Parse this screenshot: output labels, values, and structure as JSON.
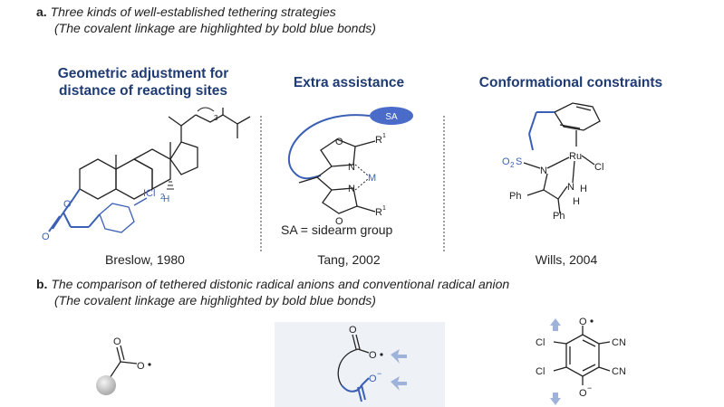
{
  "section_a": {
    "label": "a.",
    "title": "Three kinds of well-established tethering strategies",
    "subtitle": "(The covalent linkage are highlighted by bold blue bonds)"
  },
  "columns": [
    {
      "heading_line1": "Geometric adjustment for",
      "heading_line2": "distance of reacting sites",
      "caption": "Breslow, 1980"
    },
    {
      "heading_line1": "Extra assistance",
      "heading_line2": "",
      "caption": "Tang, 2002"
    },
    {
      "heading_line1": "Conformational constraints",
      "heading_line2": "",
      "caption": "Wills, 2004"
    }
  ],
  "breslow_labels": {
    "h": "H",
    "icl2": "ICl",
    "icl2_sub": "2",
    "chain_sub": "3"
  },
  "tang_labels": {
    "sa": "SA",
    "r1_top": "R",
    "r1_bottom": "R",
    "sup": "1",
    "m": "M",
    "n": "N",
    "o": "O",
    "legend": "SA = sidearm group"
  },
  "wills_labels": {
    "o2s": "O",
    "o2s_sub": "2",
    "s": "S",
    "n": "N",
    "ru": "Ru",
    "cl": "Cl",
    "nh": "N",
    "h1": "H",
    "h2": "H",
    "ph1": "Ph",
    "ph2": "Ph"
  },
  "section_b": {
    "label": "b.",
    "title": "The comparison of tethered distonic radical anions and conventional radical anion",
    "subtitle": "(The covalent linkage are highlighted by bold blue bonds)"
  },
  "b_labels": {
    "o": "O",
    "o_minus": "O",
    "minus": "−",
    "cl": "Cl",
    "cn": "CN"
  },
  "colors": {
    "accent_blue": "#3a5fb5",
    "heading_blue": "#1f3b73",
    "sa_fill": "#4a6cc8"
  }
}
